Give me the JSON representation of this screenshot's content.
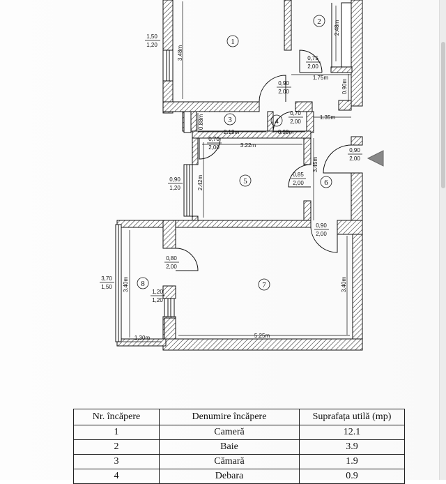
{
  "plan": {
    "rooms": [
      {
        "id": "room-1",
        "label": "1"
      },
      {
        "id": "room-2",
        "label": "2"
      },
      {
        "id": "room-3",
        "label": "3"
      },
      {
        "id": "room-4",
        "label": "4"
      },
      {
        "id": "room-5",
        "label": "5"
      },
      {
        "id": "room-6",
        "label": "6"
      },
      {
        "id": "room-7",
        "label": "7"
      },
      {
        "id": "room-8",
        "label": "8"
      }
    ],
    "dimensions": {
      "d_3_48": "3.48m",
      "d_2_48": "2.48m",
      "d_1_75": "1.75m",
      "d_0_90_v": "0.90m",
      "d_0_88": "0.88m",
      "d_2_19": "2.19m",
      "d_0_99": "0.99m",
      "d_1_35": "1.35m",
      "d_3_22": "3.22m",
      "d_3_45": "3.45m",
      "d_2_42": "2.42m",
      "d_3_40_left": "3.40m",
      "d_3_40_right": "3.40m",
      "d_1_30": "1.30m",
      "d_5_25": "5.25m"
    },
    "openings": {
      "win1": {
        "top": "1,50",
        "bottom": "1,20"
      },
      "door_075": {
        "top": "0,75",
        "bottom": "2,00"
      },
      "door_090a": {
        "top": "0,90",
        "bottom": "2,00"
      },
      "door_070a": {
        "top": "0,70",
        "bottom": "2,00"
      },
      "door_070b": {
        "top": "0,70",
        "bottom": "2,00"
      },
      "door_entry": {
        "top": "0,90",
        "bottom": "2,00"
      },
      "door_085": {
        "top": "0,85",
        "bottom": "2,00"
      },
      "win5": {
        "top": "0,90",
        "bottom": "1,20"
      },
      "door_090b": {
        "top": "0,90",
        "bottom": "2,00"
      },
      "door_080": {
        "top": "0,80",
        "bottom": "2,00"
      },
      "win8a": {
        "top": "3,70",
        "bottom": "1,50"
      },
      "win8b": {
        "top": "1,20",
        "bottom": "1,20"
      }
    }
  },
  "table": {
    "headers": [
      "Nr. încăpere",
      "Denumire încăpere",
      "Suprafața utilă (mp)"
    ],
    "rows": [
      {
        "nr": "1",
        "name": "Cameră",
        "area": "12.1"
      },
      {
        "nr": "2",
        "name": "Baie",
        "area": "3.9"
      },
      {
        "nr": "3",
        "name": "Cămară",
        "area": "1.9"
      },
      {
        "nr": "4",
        "name": "Debara",
        "area": "0.9"
      }
    ]
  }
}
